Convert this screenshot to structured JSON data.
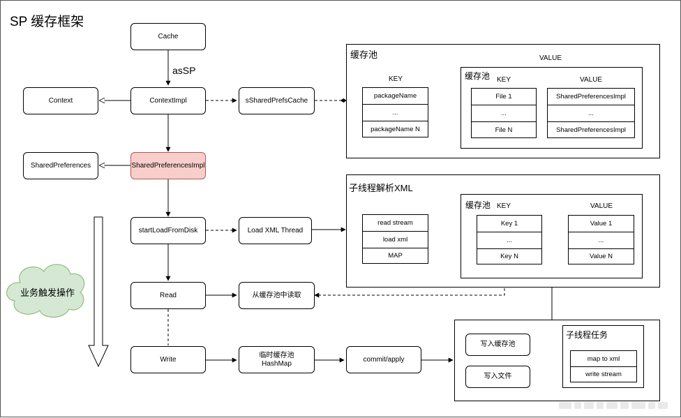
{
  "title": "SP 缓存框架",
  "edge_labels": {
    "as_sp": "asSP"
  },
  "nodes": {
    "cache": "Cache",
    "context_impl": "ContextImpl",
    "context": "Context",
    "shared_prefs_cache": "sSharedPrefsCache",
    "shared_preferences": "SharedPreferences",
    "shared_preferences_impl": "SharedPreferencesImpl",
    "start_load": "startLoadFromDisk",
    "load_thread": "Load XML Thread",
    "read": "Read",
    "read_from_cache": "从缓存池中读取",
    "write": "Write",
    "temp_cache_line1": "临时缓存池",
    "temp_cache_line2": "HashMap",
    "commit_apply": "commit/apply",
    "write_cache": "写入缓存池",
    "write_file": "写入文件"
  },
  "cloud": "业务触发操作",
  "cache_pool": {
    "title": "缓存池",
    "key_header": "KEY",
    "value_header": "VALUE",
    "keys": [
      "packageName",
      "...",
      "packageName N"
    ],
    "inner": {
      "title": "缓存池",
      "key_header": "KEY",
      "value_header": "VALUE",
      "keys": [
        "File 1",
        "...",
        "File N"
      ],
      "values": [
        "SharedPreferencesImpl",
        "...",
        "SharedPreferencesImpl"
      ]
    }
  },
  "thread_parse": {
    "title": "子线程解析XML",
    "steps": [
      "read stream",
      "load xml",
      "MAP"
    ],
    "inner": {
      "title": "缓存池",
      "key_header": "KEY",
      "value_header": "VALUE",
      "keys": [
        "Key 1",
        "...",
        "Key N"
      ],
      "values": [
        "Value 1",
        "...",
        "Value N"
      ]
    }
  },
  "thread_task": {
    "title": "子线程任务",
    "steps": [
      "map to xml",
      "write stream"
    ]
  },
  "colors": {
    "highlight_fill": "#f8cecc",
    "highlight_stroke": "#b85450",
    "cloud_fill": "#d5e8d4",
    "cloud_stroke": "#82b366"
  }
}
